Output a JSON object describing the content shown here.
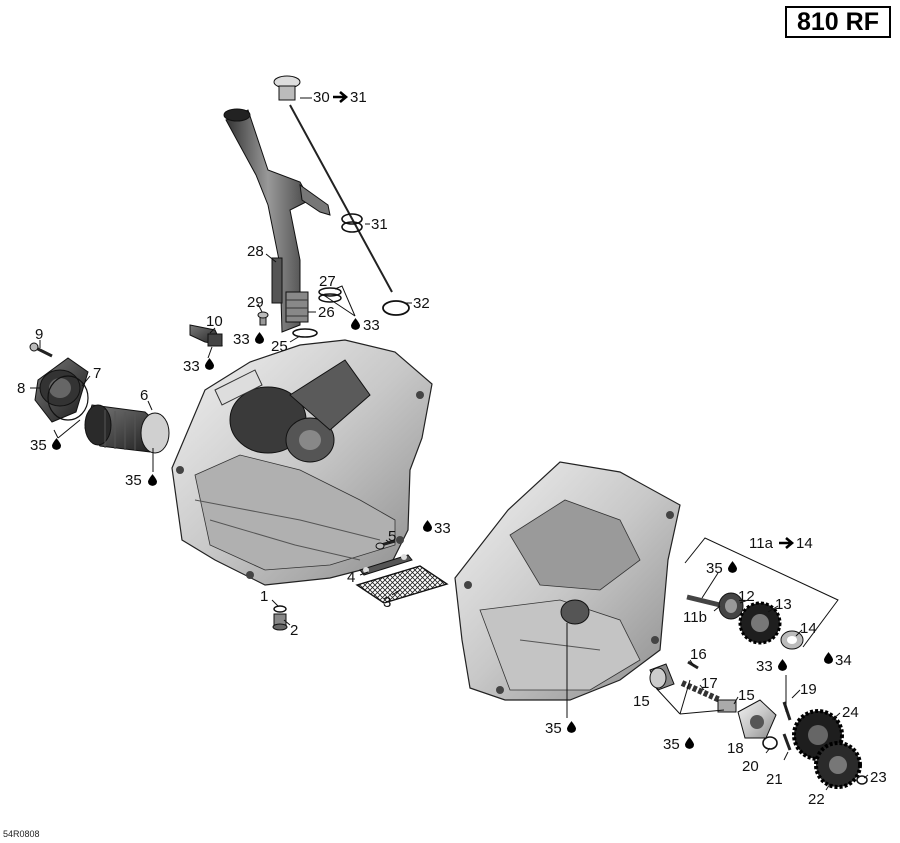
{
  "model_badge": "810 RF",
  "drawing_code": "54R0808",
  "callouts": {
    "c1": "1",
    "c2": "2",
    "c3": "3",
    "c4": "4",
    "c5": "5",
    "c6": "6",
    "c7": "7",
    "c8": "8",
    "c9": "9",
    "c10": "10",
    "c11a14": "11a",
    "c11a14_to": "14",
    "c11b": "11b",
    "c12": "12",
    "c13": "13",
    "c14": "14",
    "c15a": "15",
    "c15b": "15",
    "c16": "16",
    "c17": "17",
    "c18": "18",
    "c19": "19",
    "c20": "20",
    "c21": "21",
    "c22": "22",
    "c23": "23",
    "c24": "24",
    "c25": "25",
    "c26": "26",
    "c27": "27",
    "c28": "28",
    "c29": "29",
    "c30": "30",
    "c30_to": "31",
    "c31": "31",
    "c32": "32",
    "c33a": "33",
    "c33b": "33",
    "c33c": "33",
    "c33d": "33",
    "c33e": "33",
    "c34": "34",
    "c35a": "35",
    "c35b": "35",
    "c35c": "35",
    "c35d": "35",
    "c35e": "35"
  },
  "icons": {
    "drop": "oil-drop-icon",
    "arrow": "right-arrow-icon"
  }
}
